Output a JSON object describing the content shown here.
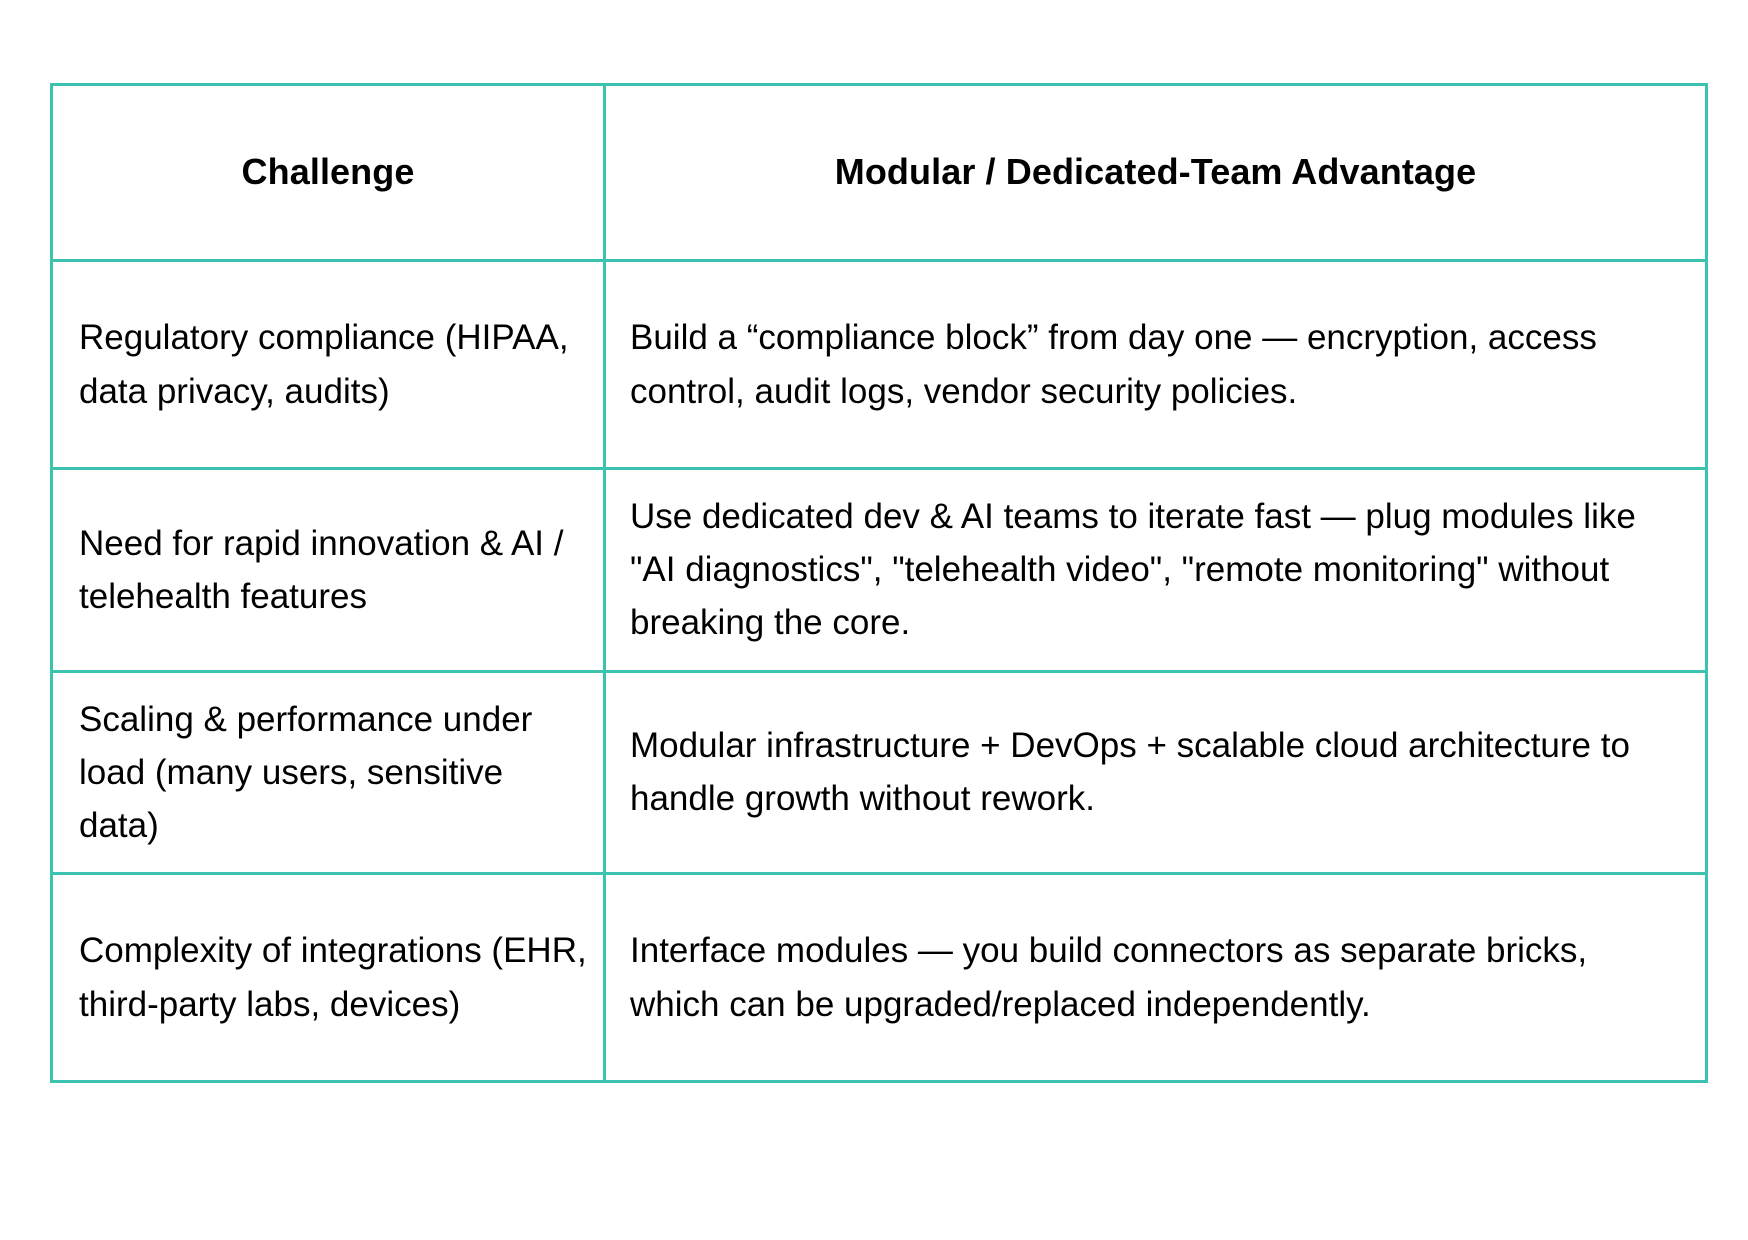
{
  "table": {
    "columns": [
      {
        "key": "challenge",
        "header": "Challenge"
      },
      {
        "key": "advantage",
        "header": "Modular / Dedicated-Team Advantage"
      }
    ],
    "border_color": "#3cc3b0",
    "background_color": "#ffffff",
    "text_color": "#000000",
    "rows": [
      {
        "challenge": "Regulatory compliance (HIPAA, data privacy, audits)",
        "advantage": "Build a “compliance block” from day one — encryption, access control, audit logs, vendor security policies."
      },
      {
        "challenge": "Need for rapid innovation & AI / telehealth features",
        "advantage": "Use dedicated dev & AI teams to iterate fast — plug modules like \"AI diagnostics\", \"telehealth video\", \"remote monitoring\" without breaking the core."
      },
      {
        "challenge": "Scaling & performance under load (many users, sensitive data)",
        "advantage": "Modular infrastructure + DevOps + scalable cloud architecture to handle growth without rework."
      },
      {
        "challenge": "Complexity of integrations (EHR, third-party labs, devices)",
        "advantage": "Interface modules — you build connectors as separate bricks, which can be upgraded/replaced independently."
      }
    ]
  }
}
